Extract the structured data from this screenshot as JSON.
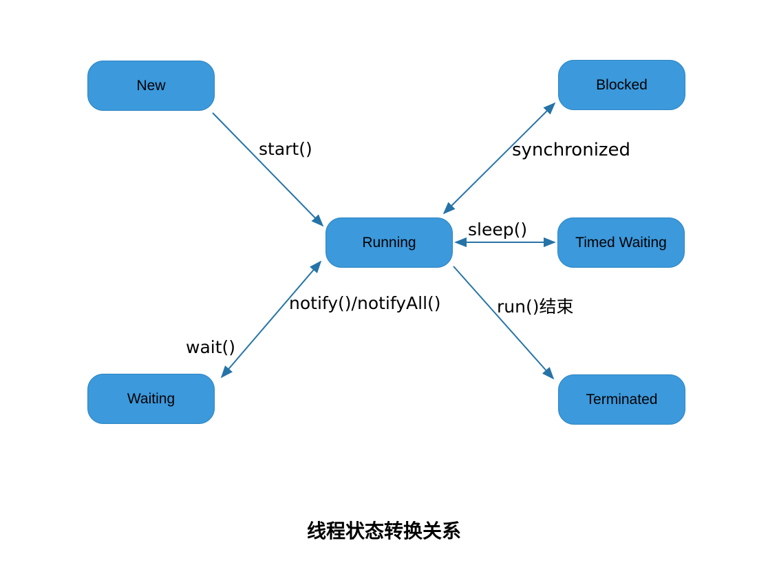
{
  "diagram": {
    "title": "线程状态转换关系",
    "nodes": [
      {
        "id": "new",
        "label": "New"
      },
      {
        "id": "blocked",
        "label": "Blocked"
      },
      {
        "id": "running",
        "label": "Running"
      },
      {
        "id": "timed-waiting",
        "label": "Timed Waiting"
      },
      {
        "id": "waiting",
        "label": "Waiting"
      },
      {
        "id": "terminated",
        "label": "Terminated"
      }
    ],
    "edges": [
      {
        "id": "start",
        "from": "New",
        "to": "Running",
        "arrows": "single",
        "label": "start()"
      },
      {
        "id": "synchronized",
        "from": "Running",
        "to": "Blocked",
        "arrows": "double",
        "label": "synchronized"
      },
      {
        "id": "sleep",
        "from": "Running",
        "to": "Timed Waiting",
        "arrows": "double",
        "label": "sleep()"
      },
      {
        "id": "wait-notify",
        "from": "Running",
        "to": "Waiting",
        "arrows": "double",
        "labels": {
          "near_running": "notify()/notifyAll()",
          "near_waiting": "wait()"
        }
      },
      {
        "id": "run-end",
        "from": "Running",
        "to": "Terminated",
        "arrows": "single",
        "label": "run()结束"
      }
    ],
    "colors": {
      "node_fill": "#3b99dc",
      "node_border": "#2e86c1",
      "arrow": "#2573a7",
      "label_text": "#000000",
      "background": "#ffffff"
    }
  }
}
